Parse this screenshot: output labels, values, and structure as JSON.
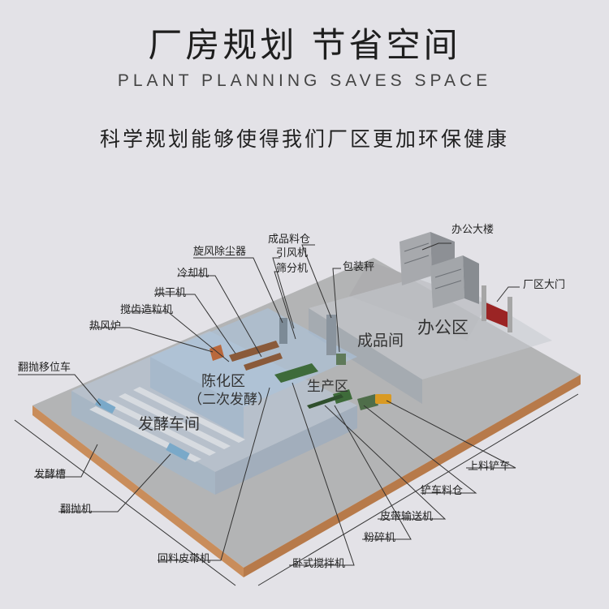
{
  "header": {
    "title": "厂房规划 节省空间",
    "subtitle": "PLANT PLANNING SAVES SPACE",
    "tagline": "科学规划能够使得我们厂区更加环保健康"
  },
  "zones": {
    "office": "办公区",
    "finished": "成品间",
    "production": "生产区",
    "aging": "陈化区",
    "aging_note": "（二次发酵）",
    "fermentation": "发酵车间"
  },
  "labels": {
    "office_building": "办公大楼",
    "factory_gate": "厂区大门",
    "product_silo": "成品料仓",
    "induced_fan": "引风机",
    "screener": "筛分机",
    "cyclone": "旋风除尘器",
    "packing_scale": "包装秤",
    "cooler": "冷却机",
    "dryer": "烘干机",
    "granulator": "搅齿造粒机",
    "hot_air_furnace": "热风炉",
    "turner_shifter": "翻抛移位车",
    "ferment_tank": "发酵槽",
    "turner": "翻抛机",
    "return_belt": "回料皮带机",
    "horizontal_mixer": "卧式搅拌机",
    "crusher": "粉碎机",
    "belt_conveyor": "皮带输送机",
    "loader_bin": "铲车料仓",
    "loader": "上料铲车"
  },
  "colors": {
    "background": "#e3e2e7",
    "ground": "#b3b4b5",
    "base_edge": "#c98d5b",
    "glass": "#a9c4de",
    "machine_green": "#3e6b3a",
    "gate_red": "#9b2424"
  }
}
